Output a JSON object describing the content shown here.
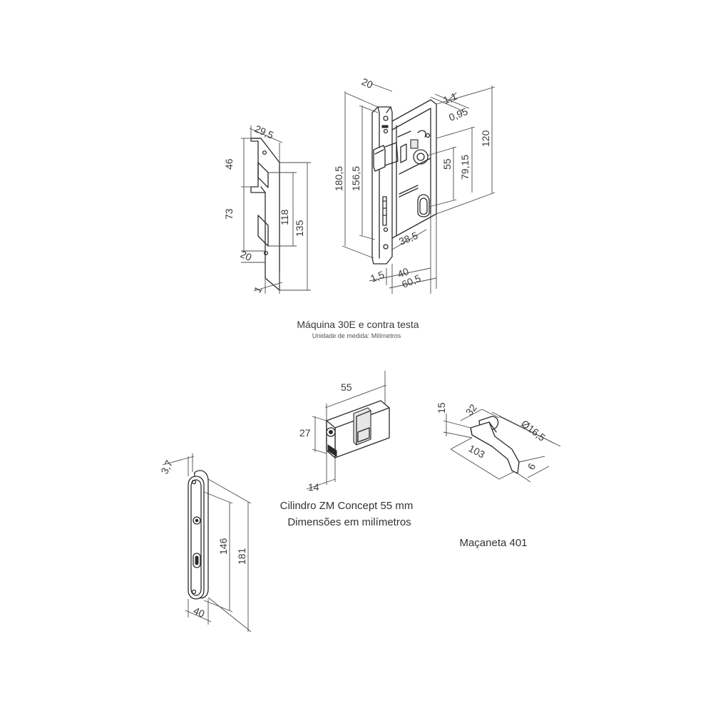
{
  "strike_plate": {
    "dims": {
      "d29_5": "29,5",
      "d46": "46",
      "d73": "73",
      "d118": "118",
      "d135": "135",
      "d20": "20",
      "d1": "1"
    }
  },
  "lock_body": {
    "dims": {
      "d20": "20",
      "d180_5": "180,5",
      "d156_5": "156,5",
      "d1_1": "1,1",
      "d0_95": "0,95",
      "d120": "120",
      "d55": "55",
      "d79_15": "79,15",
      "d38_5": "38,5",
      "d1_5": "1,5",
      "d40": "40",
      "d60_5": "60,5"
    }
  },
  "lock_caption": {
    "title": "Máquina 30E e contra testa",
    "subtitle": "Unidade de medida: Milímetros"
  },
  "cylinder": {
    "dims": {
      "d55": "55",
      "d27": "27",
      "d14": "14"
    },
    "caption_line1": "Cilindro ZM Concept 55 mm",
    "caption_line2": "Dimensões em milímetros"
  },
  "handle": {
    "dims": {
      "d15": "15",
      "d32": "32",
      "d16_5": "Ø16,5",
      "d103": "103",
      "d6": "6"
    },
    "caption": "Maçaneta 401"
  },
  "escutcheon": {
    "dims": {
      "d3_7": "3,7",
      "d146": "146",
      "d181": "181",
      "d40": "40"
    }
  }
}
